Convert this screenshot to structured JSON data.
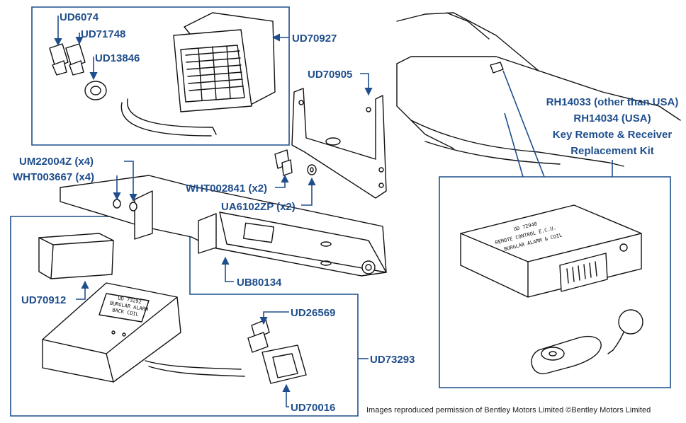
{
  "labels": {
    "ud6074": "UD6074",
    "ud71748": "UD71748",
    "ud13846": "UD13846",
    "ud70927": "UD70927",
    "ud70905": "UD70905",
    "um22004z": "UM22004Z (x4)",
    "wht003667": "WHT003667 (x4)",
    "wht002841": "WHT002841 (x2)",
    "ua6102zp": "UA6102ZP (x2)",
    "ub80134": "UB80134",
    "ud70912": "UD70912",
    "ud26569": "UD26569",
    "ud73293": "UD73293",
    "ud70016": "UD70016",
    "rh14033": "RH14033 (other than USA)",
    "rh14034": "RH14034 (USA)",
    "kit_line1": "Key Remote & Receiver",
    "kit_line2": "Replacement Kit"
  },
  "ecu_text": {
    "line1": "UD 72940",
    "line2": "REMOTE CONTROL E.C.U.",
    "line3": "BURGLAR ALARM & COIL"
  },
  "alarm_unit_text": {
    "line1": "UD 73292",
    "line2": "BURGLAR ALARM",
    "line3": "BACK COIL"
  },
  "credit": "Images reproduced permission of Bentley Motors Limited ©Bentley Motors Limited",
  "colors": {
    "label": "#1f4e8c",
    "ink": "#111111",
    "background": "#ffffff"
  }
}
